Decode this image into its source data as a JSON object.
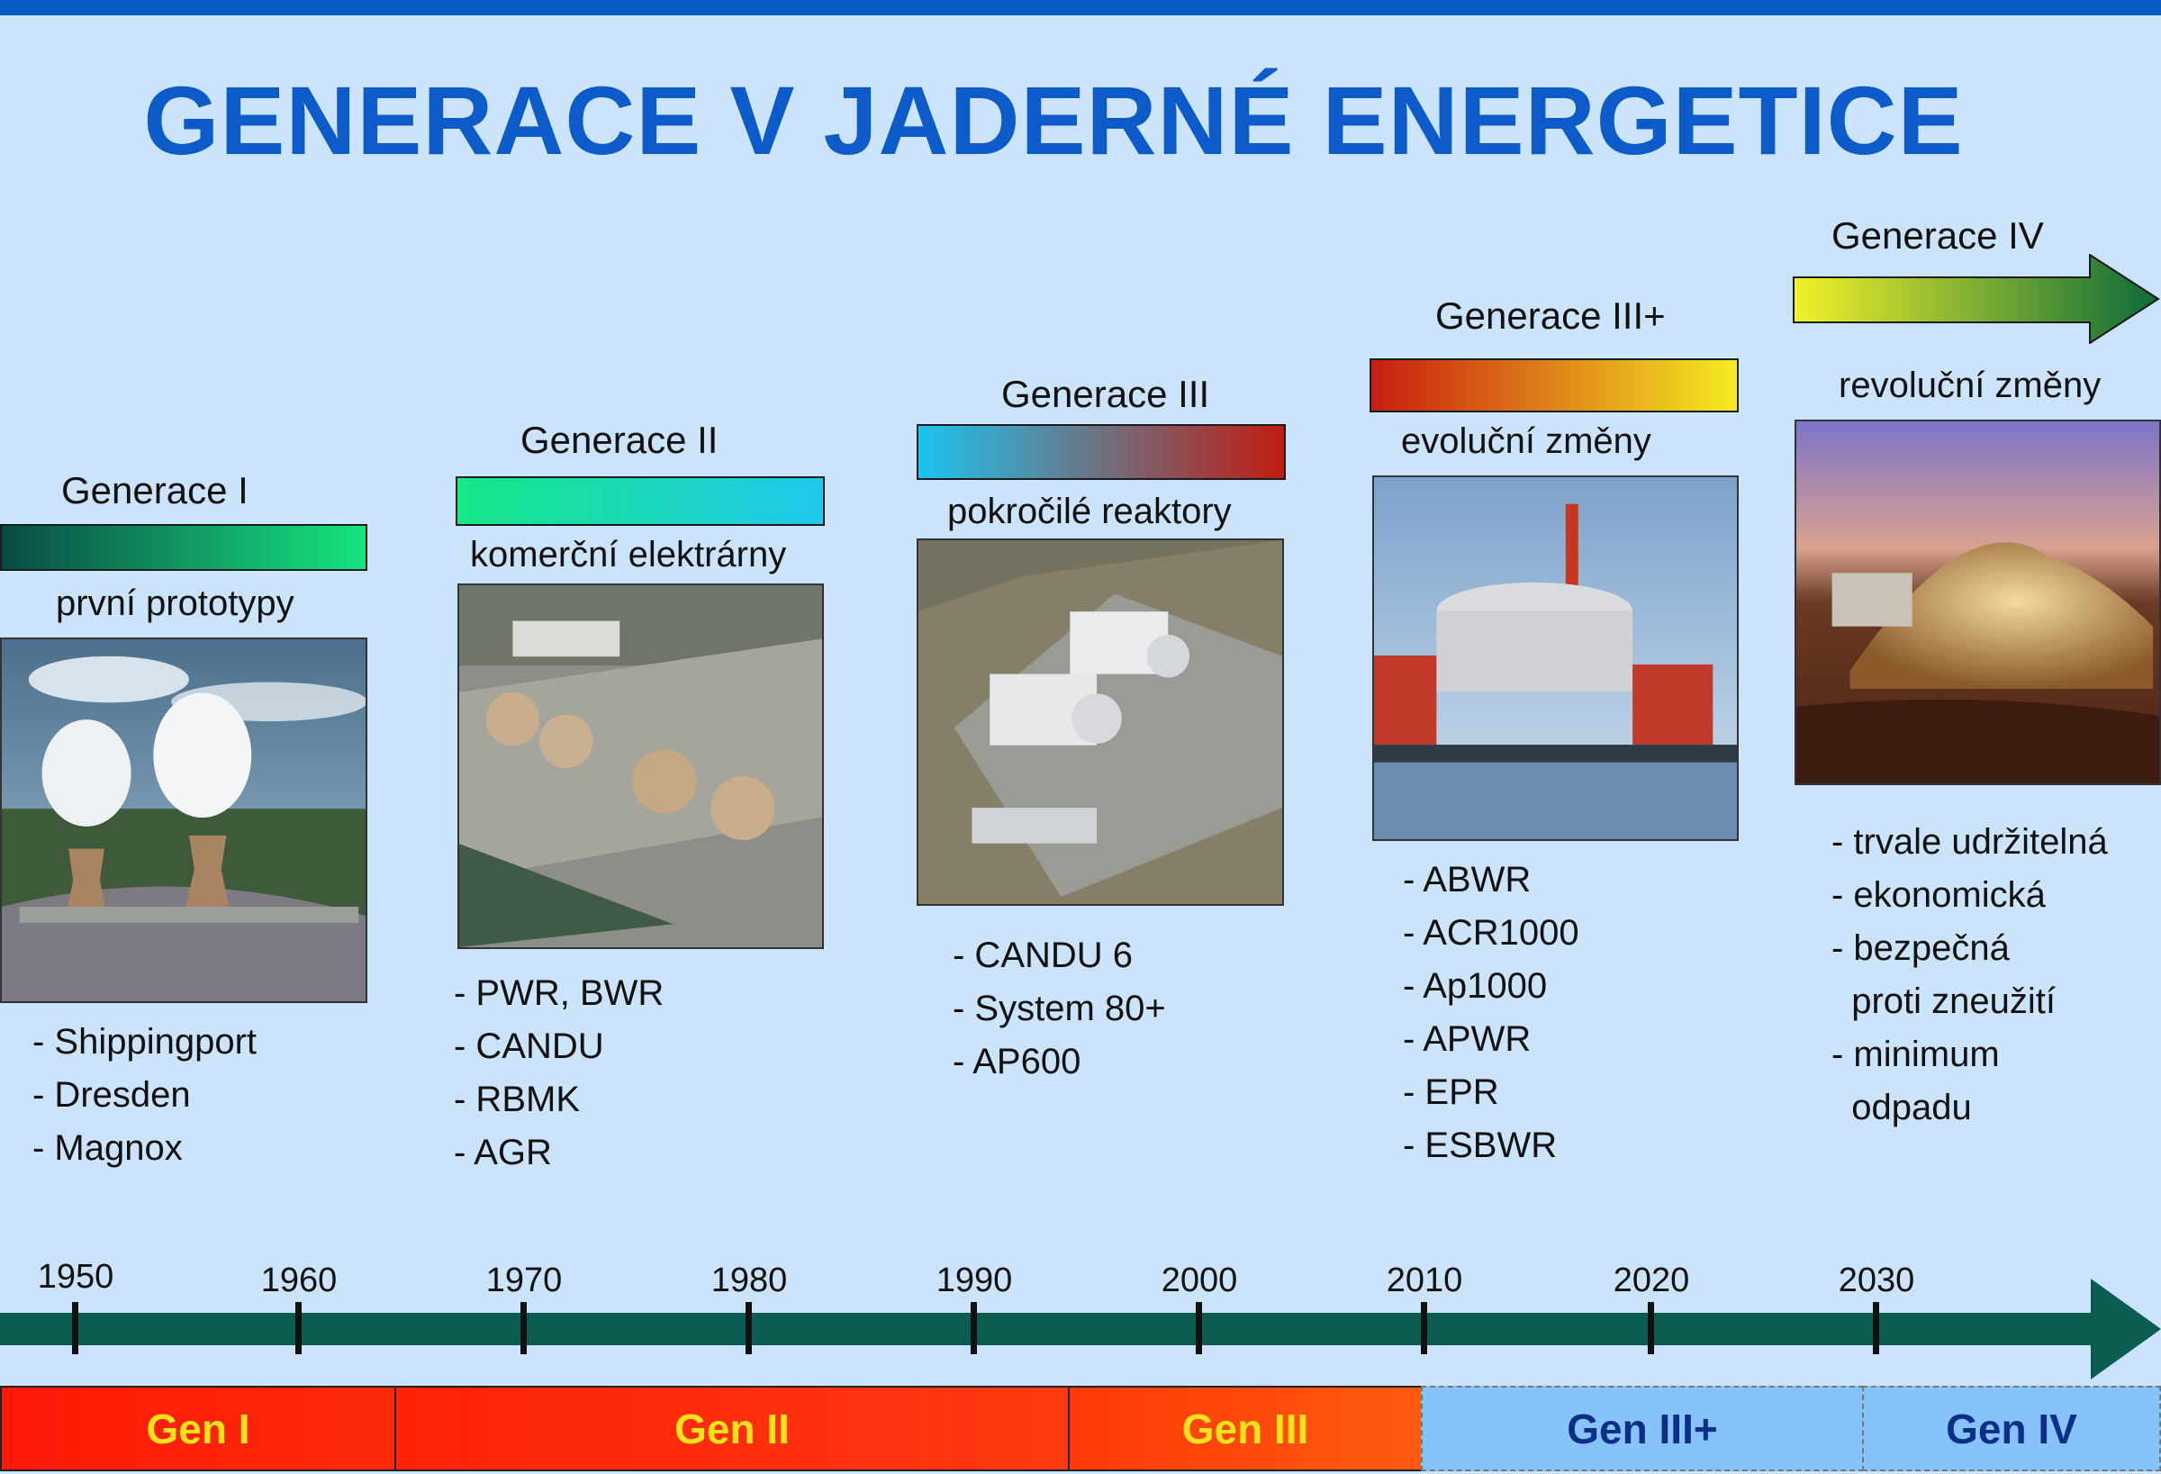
{
  "title": "GENERACE V JADERNÉ ENERGETICE",
  "generations": [
    {
      "name": "Generace I",
      "subtitle": "první prototypy",
      "items": [
        "- Shippingport",
        "- Dresden",
        "- Magnox"
      ],
      "bar_colors": [
        "#0a4a44",
        "#17e47f"
      ]
    },
    {
      "name": "Generace II",
      "subtitle": "komerční elektrárny",
      "items": [
        "- PWR, BWR",
        "- CANDU",
        "- RBMK",
        "- AGR"
      ],
      "bar_colors": [
        "#18e885",
        "#1ec8ee"
      ]
    },
    {
      "name": "Generace III",
      "subtitle": "pokročilé reaktory",
      "items": [
        "- CANDU 6",
        "- System 80+",
        "- AP600"
      ],
      "bar_colors": [
        "#1cc4f0",
        "#c01c12"
      ]
    },
    {
      "name": "Generace III+",
      "subtitle": "evoluční změny",
      "items": [
        "- ABWR",
        "- ACR1000",
        "- Ap1000",
        "- APWR",
        "- EPR",
        "- ESBWR"
      ],
      "bar_colors": [
        "#c81c10",
        "#f5ec22"
      ]
    },
    {
      "name": "Generace IV",
      "subtitle": "revoluční změny",
      "items": [
        "- trvale udržitelná",
        "- ekonomická",
        "- bezpečná",
        "  proti zneužití",
        "- minimum",
        "  odpadu"
      ],
      "bar_colors": [
        "#f3f22a",
        "#0d6a3a"
      ]
    }
  ],
  "timeline": {
    "years": [
      "1950",
      "1960",
      "1970",
      "1980",
      "1990",
      "2000",
      "2010",
      "2020",
      "2030"
    ],
    "axis_color": "#0b5d52"
  },
  "eras": [
    {
      "label": "Gen I",
      "style": "hot",
      "colors": [
        "#ff1a08",
        "#ff2a08"
      ]
    },
    {
      "label": "Gen II",
      "style": "hot",
      "colors": [
        "#ff2208",
        "#ff3a10"
      ]
    },
    {
      "label": "Gen III",
      "style": "hot",
      "colors": [
        "#ff3a08",
        "#ff5a10"
      ]
    },
    {
      "label": "Gen III+",
      "style": "cool",
      "colors": [
        "#86c2fb",
        "#86c2fb"
      ]
    },
    {
      "label": "Gen IV",
      "style": "cool",
      "colors": [
        "#86c2fb",
        "#86c2fb"
      ]
    }
  ]
}
